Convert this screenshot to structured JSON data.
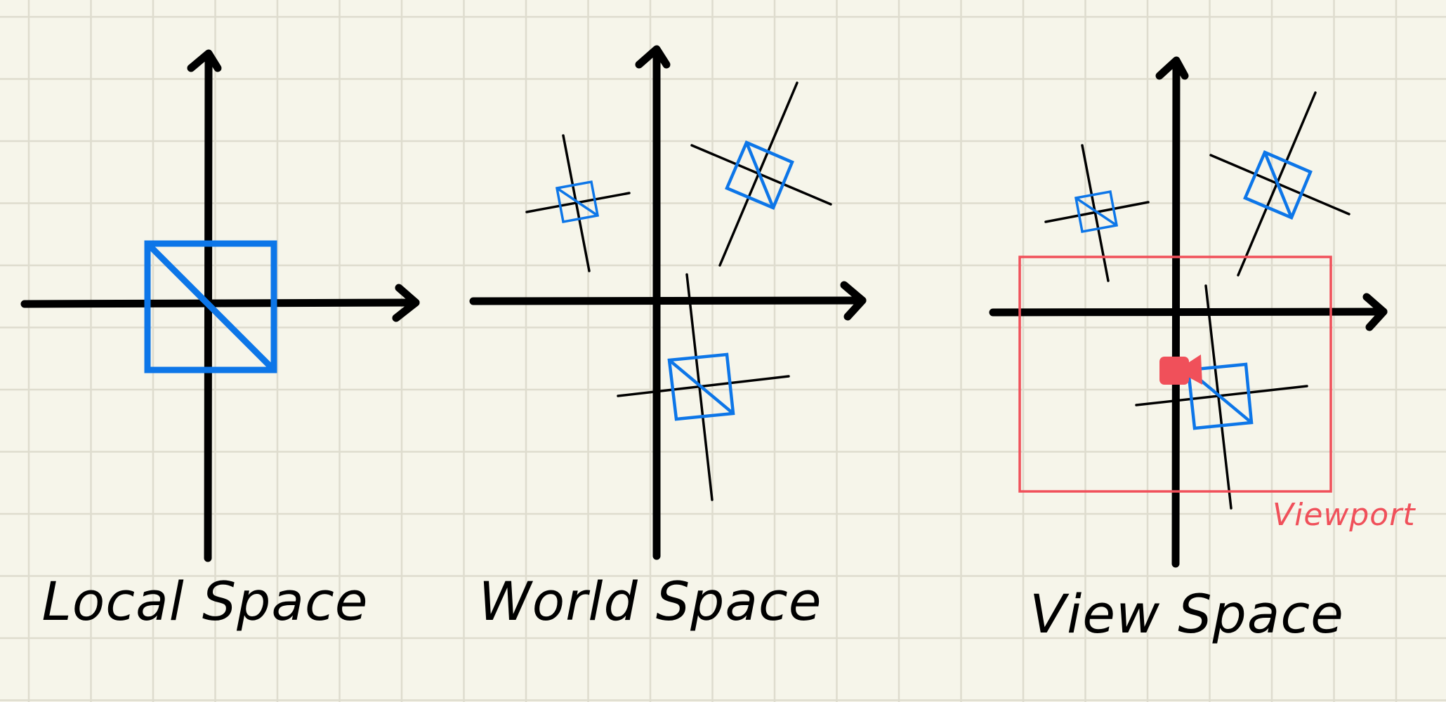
{
  "panels": [
    {
      "title": "Local Space"
    },
    {
      "title": "World Space"
    },
    {
      "title": "View Space"
    }
  ],
  "viewport_label": "Viewport",
  "colors": {
    "background": "#f6f5ea",
    "grid": "#dedcce",
    "axes": "#000000",
    "object": "#0d76e8",
    "viewport": "#f0505a",
    "camera": "#f0505a"
  },
  "icons": {
    "camera": "camera-icon"
  }
}
